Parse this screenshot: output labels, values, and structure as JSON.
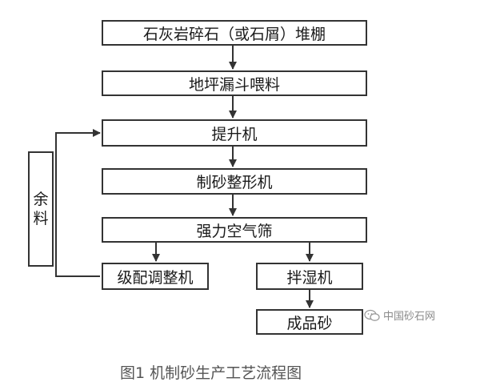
{
  "nodes": {
    "stockpile": "石灰岩碎石（或石屑）堆棚",
    "funnel": "地坪漏斗喂料",
    "elevator": "提升机",
    "sand_maker": "制砂整形机",
    "air_screen": "强力空气筛",
    "grading": "级配调整机",
    "humidifier": "拌湿机",
    "product": "成品砂"
  },
  "surplus_label": [
    "余",
    "料"
  ],
  "caption": "图1 机制砂生产工艺流程图",
  "watermark": {
    "text": "中国砂石网",
    "icon": "wechat-icon"
  },
  "colors": {
    "line": "#333333",
    "text": "#1a1a1a",
    "caption": "#555555"
  }
}
